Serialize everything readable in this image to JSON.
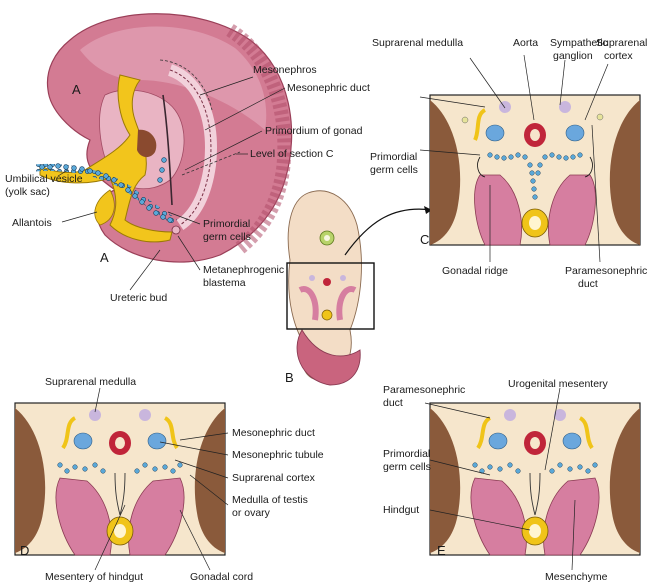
{
  "panels": {
    "a": "A",
    "b": "B",
    "c": "C",
    "d": "D",
    "e": "E"
  },
  "labels": {
    "mesonephros": "Mesonephros",
    "mesonephric_duct_a": "Mesonephric duct",
    "primordium_gonad": "Primordium of gonad",
    "level_section_c": "Level of section C",
    "umbilical_vesicle": "Umbilical vesicle",
    "yolk_sac": "(yolk sac)",
    "allantois": "Allantois",
    "primordial_germ_cells_a_1": "Primordial",
    "primordial_germ_cells_a_2": "germ cells",
    "metanephrogenic_1": "Metanephrogenic",
    "metanephrogenic_2": "blastema",
    "ureteric_bud": "Ureteric bud",
    "suprarenal_medulla_c": "Suprarenal medulla",
    "aorta": "Aorta",
    "sympathetic_1": "Sympathetic",
    "sympathetic_2": "ganglion",
    "suprarenal_cortex_c_1": "Suprarenal",
    "suprarenal_cortex_c_2": "cortex",
    "primordial_germ_cells_c_1": "Primordial",
    "primordial_germ_cells_c_2": "germ cells",
    "gonadal_ridge": "Gonadal ridge",
    "paramesonephric_c_1": "Paramesonephric",
    "paramesonephric_c_2": "duct",
    "suprarenal_medulla_d": "Suprarenal medulla",
    "mesonephric_duct_d": "Mesonephric duct",
    "mesonephric_tubule": "Mesonephric tubule",
    "suprarenal_cortex_d": "Suprarenal cortex",
    "medulla_testis_1": "Medulla of testis",
    "medulla_testis_2": "or ovary",
    "mesentery_hindgut": "Mesentery of hindgut",
    "gonadal_cord": "Gonadal cord",
    "paramesonephric_e_1": "Paramesonephric",
    "paramesonephric_e_2": "duct",
    "urogenital_mesentery": "Urogenital mesentery",
    "primordial_germ_cells_e_1": "Primordial",
    "primordial_germ_cells_e_2": "germ cells",
    "hindgut": "Hindgut",
    "mesenchyme": "Mesenchyme"
  },
  "colors": {
    "embryo_pink": "#c9647e",
    "embryo_light": "#e4a5b5",
    "yellow": "#f0c419",
    "panel_bg": "#f6e6cc",
    "brown": "#8a5a3b",
    "blue": "#6aa7dd",
    "lavender": "#c9b6dd",
    "red": "#c0253a",
    "dots": "#5aa8d8"
  }
}
